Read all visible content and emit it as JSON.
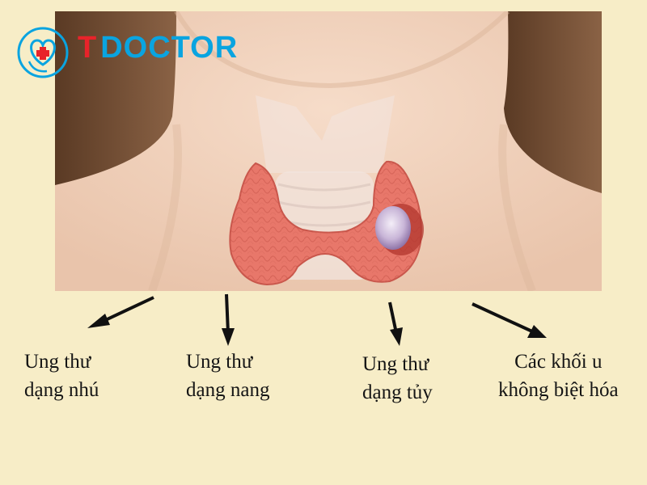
{
  "brand": {
    "name_initial": "T",
    "name_rest": "DOCTOR",
    "colors": {
      "initial": "#e8232a",
      "rest": "#0aa4e0"
    }
  },
  "labels": [
    {
      "line1": "Ung thư",
      "line2": "dạng nhú"
    },
    {
      "line1": "Ung thư",
      "line2": "dạng nang"
    },
    {
      "line1": "Ung thư",
      "line2": "dạng tủy"
    },
    {
      "line1": "Các khối u",
      "line2": "không biệt hóa"
    }
  ],
  "colors": {
    "background": "#f7edc7",
    "thyroid": "#e8776a",
    "hair": "#6b4830",
    "skin": "#f1d2bd",
    "arrow": "#111111"
  }
}
